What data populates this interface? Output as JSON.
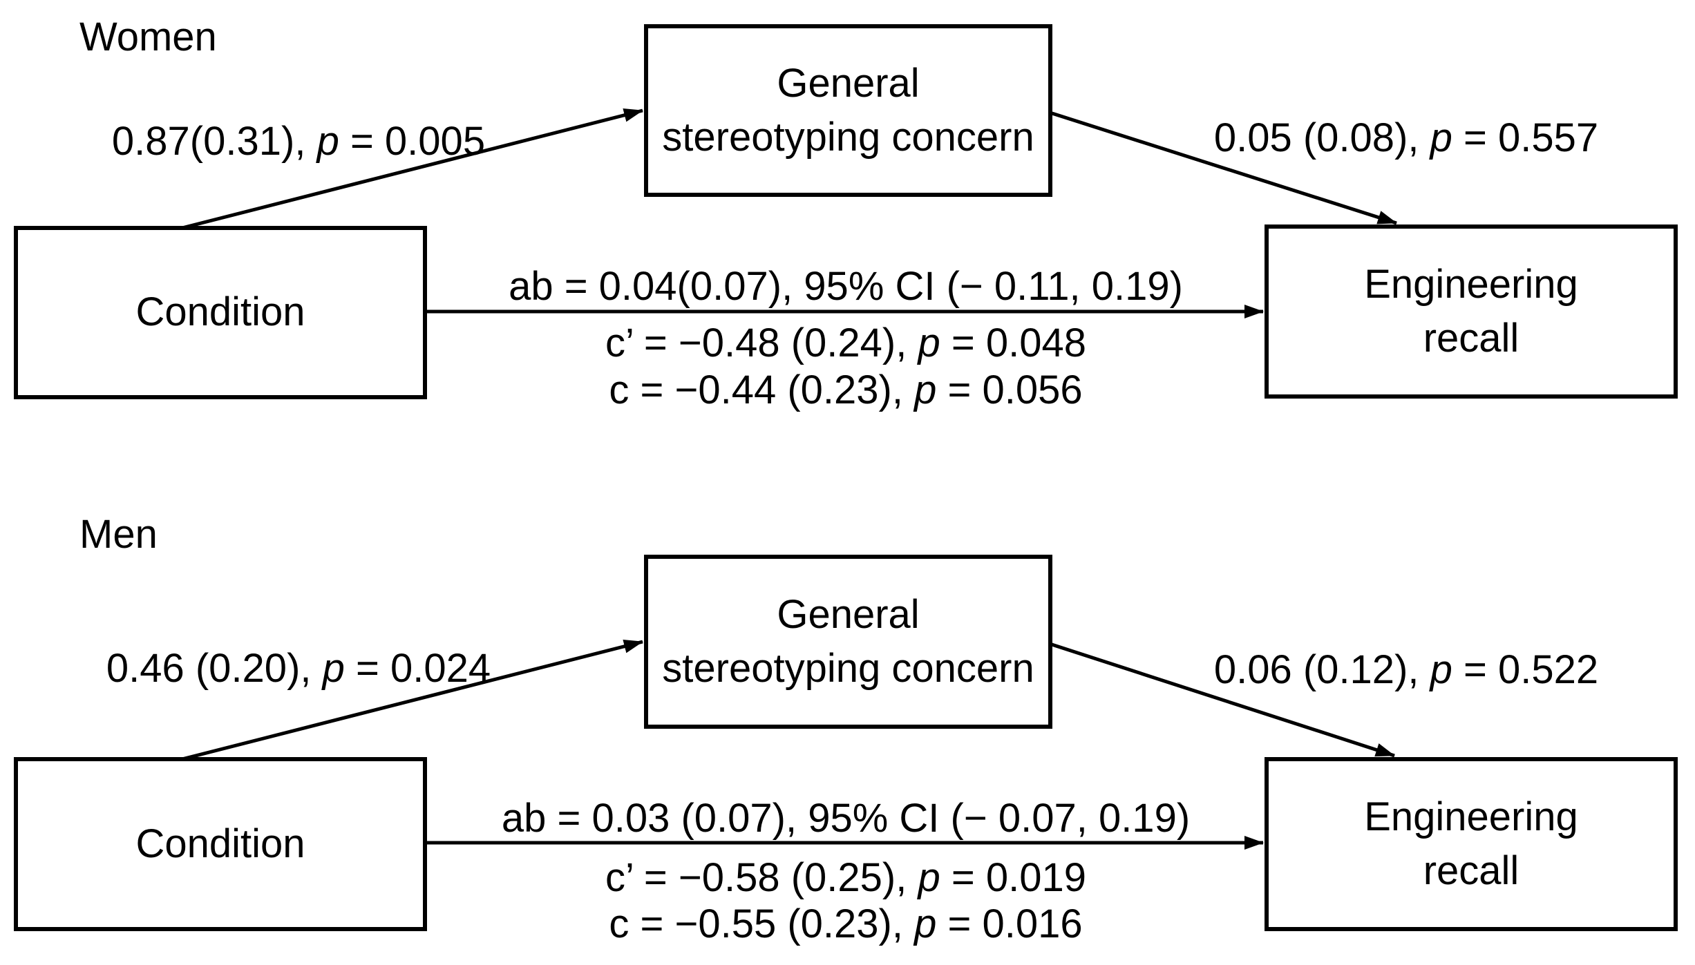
{
  "figure": {
    "background_color": "#ffffff",
    "line_color": "#000000",
    "panels": [
      {
        "title": "Women",
        "nodes": {
          "predictor": {
            "lines": [
              "Condition"
            ]
          },
          "mediator": {
            "lines": [
              "General",
              "stereotyping concern"
            ]
          },
          "outcome": {
            "lines": [
              "Engineering",
              "recall"
            ]
          }
        },
        "paths": {
          "a": {
            "pre": "0.87(0.31), ",
            "p": "p",
            "post": " = 0.005"
          },
          "b": {
            "pre": "0.05 (0.08), ",
            "p": "p",
            "post": " = 0.557"
          },
          "ab": {
            "text": "ab = 0.04(0.07), 95% CI (− 0.11, 0.19)"
          },
          "c_prime": {
            "pre": "c’ = −0.48 (0.24), ",
            "p": "p",
            "post": " = 0.048"
          },
          "c": {
            "pre": "c = −0.44 (0.23), ",
            "p": "p",
            "post": " = 0.056"
          }
        }
      },
      {
        "title": "Men",
        "nodes": {
          "predictor": {
            "lines": [
              "Condition"
            ]
          },
          "mediator": {
            "lines": [
              "General",
              "stereotyping concern"
            ]
          },
          "outcome": {
            "lines": [
              "Engineering",
              "recall"
            ]
          }
        },
        "paths": {
          "a": {
            "pre": "0.46 (0.20), ",
            "p": "p",
            "post": " = 0.024"
          },
          "b": {
            "pre": "0.06 (0.12), ",
            "p": "p",
            "post": " = 0.522"
          },
          "ab": {
            "text": "ab = 0.03 (0.07), 95% CI (− 0.07, 0.19)"
          },
          "c_prime": {
            "pre": "c’ = −0.58 (0.25), ",
            "p": "p",
            "post": " = 0.019"
          },
          "c": {
            "pre": "c = −0.55 (0.23), ",
            "p": "p",
            "post": " = 0.016"
          }
        }
      }
    ]
  }
}
